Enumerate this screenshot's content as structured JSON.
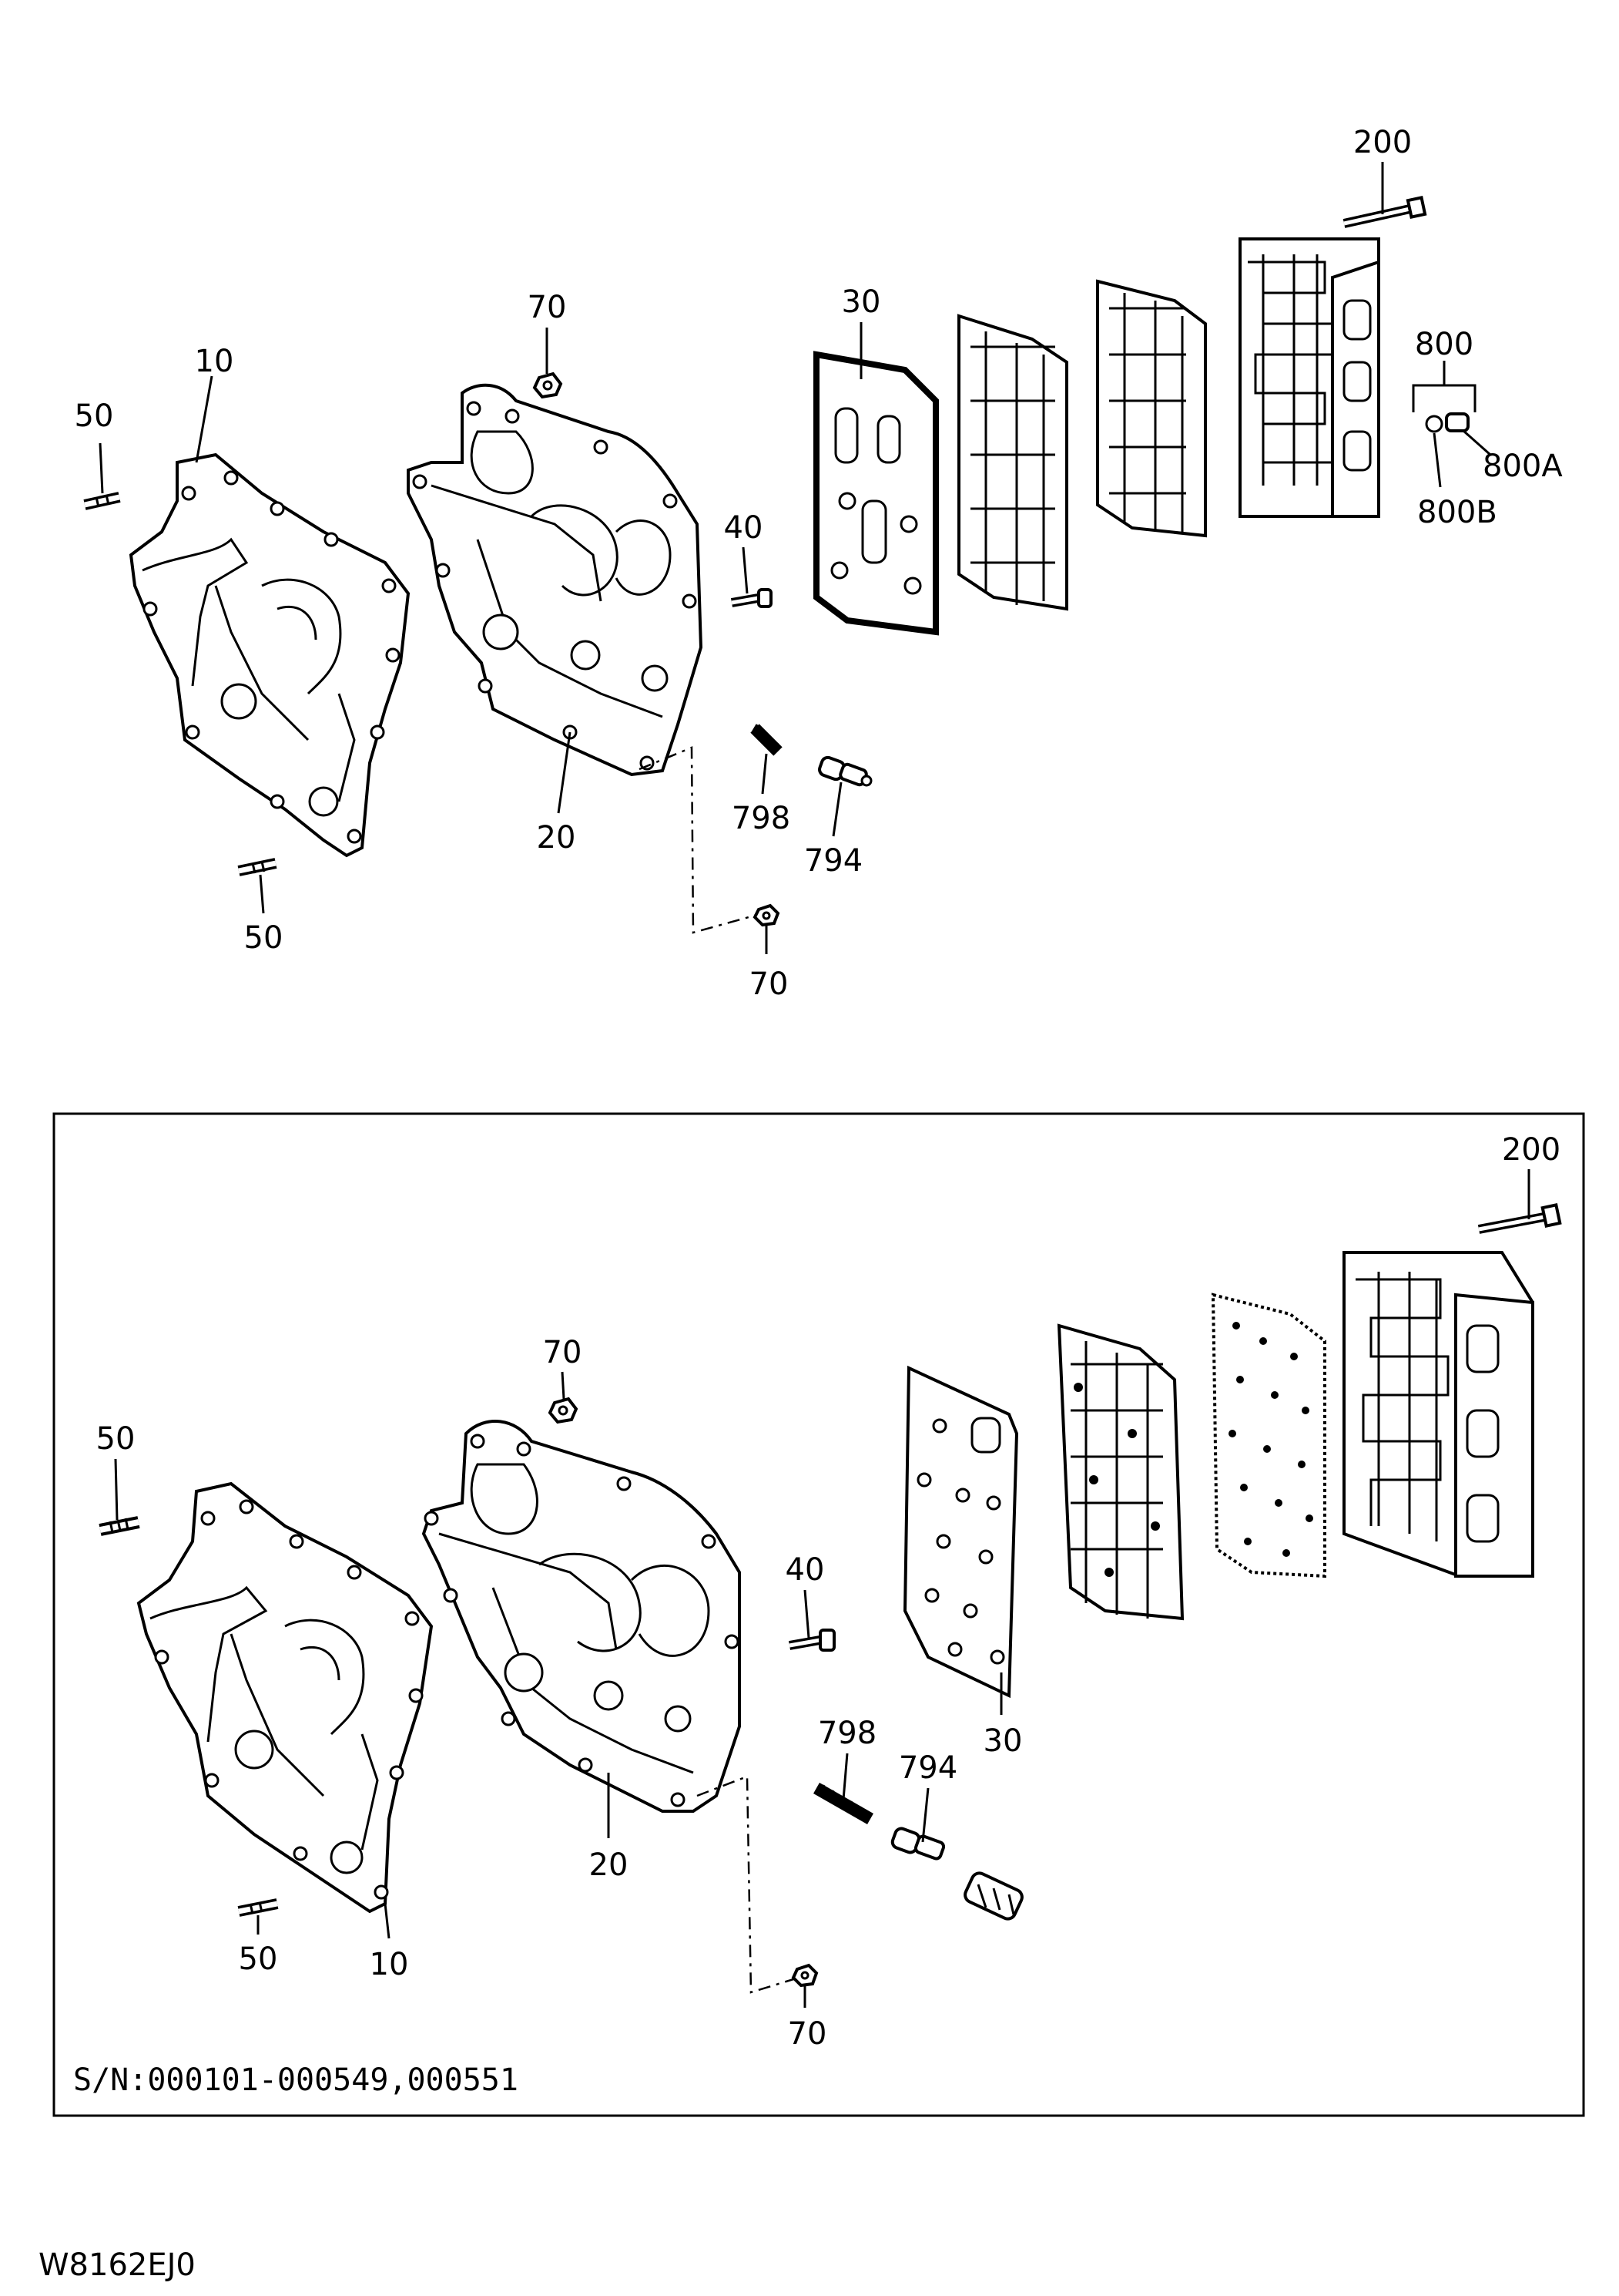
{
  "upper_view": {
    "callouts": {
      "c200": "200",
      "c70_top": "70",
      "c30": "30",
      "c10": "10",
      "c50_top": "50",
      "c800": "800",
      "c800A": "800A",
      "c800B": "800B",
      "c40": "40",
      "c798": "798",
      "c794": "794",
      "c20": "20",
      "c50_bottom": "50",
      "c70_bottom": "70"
    }
  },
  "lower_view": {
    "serial_note": "S/N:000101-000549,000551",
    "callouts": {
      "c200": "200",
      "c70_top": "70",
      "c50_top": "50",
      "c40": "40",
      "c30": "30",
      "c798": "798",
      "c794": "794",
      "c20": "20",
      "c50_bottom": "50",
      "c10": "10",
      "c70_bottom": "70"
    }
  },
  "drawing_code": "W8162EJ0"
}
